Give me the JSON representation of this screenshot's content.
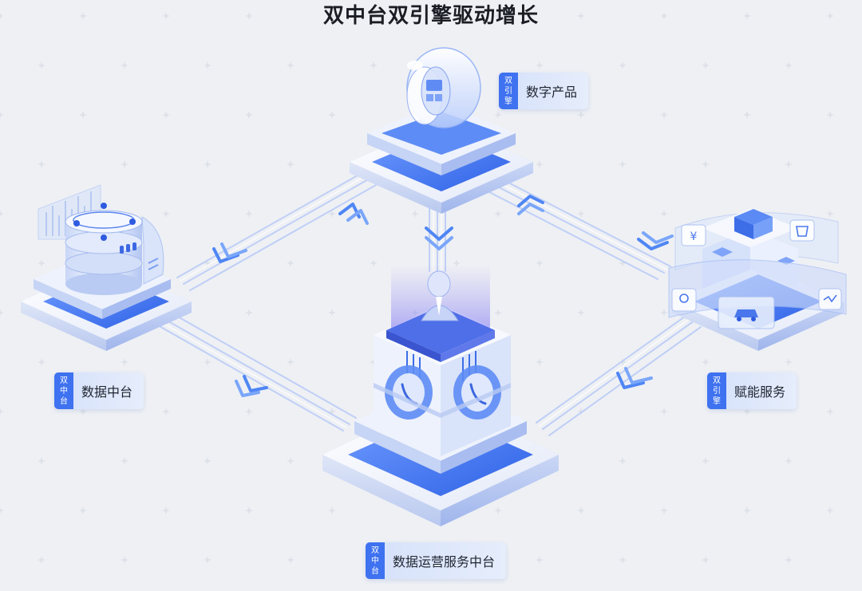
{
  "title": "双中台双引擎驱动增长",
  "nodes": {
    "top": {
      "badge": [
        "双",
        "引",
        "擎"
      ],
      "label": "数字产品"
    },
    "left": {
      "badge": [
        "双",
        "中",
        "台"
      ],
      "label": "数据中台"
    },
    "right": {
      "badge": [
        "双",
        "引",
        "擎"
      ],
      "label": "赋能服务"
    },
    "bottom": {
      "badge": [
        "双",
        "中",
        "台"
      ],
      "label": "数据运营服务中台"
    }
  },
  "icons": {
    "top": "digital-product-icon",
    "left": "database-icon",
    "right": "empowerment-service-icon",
    "bottom": "operation-center-icon"
  },
  "colors": {
    "accent": "#3f72f0",
    "background": "#eef0f4",
    "platform": "#4a7df2"
  }
}
